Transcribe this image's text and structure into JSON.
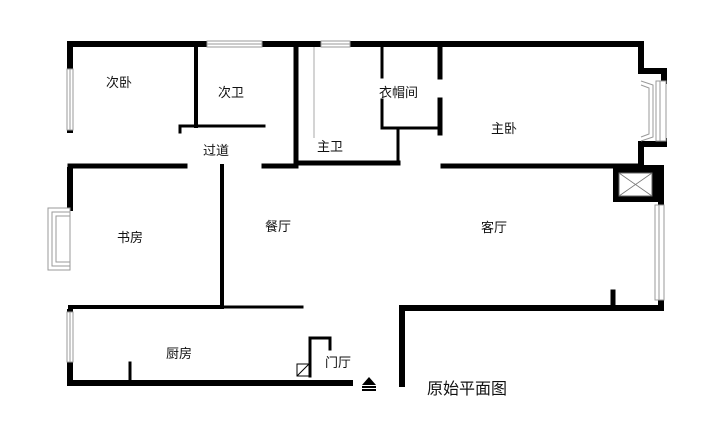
{
  "plan": {
    "title": "原始平面图",
    "rooms": {
      "second_bedroom": "次卧",
      "second_bathroom": "次卫",
      "corridor": "过道",
      "master_bathroom": "主卫",
      "walk_in_closet": "衣帽间",
      "master_bedroom": "主卧",
      "study": "书房",
      "dining_room": "餐厅",
      "living_room": "客厅",
      "kitchen": "厨房",
      "entrance_hall": "门厅"
    },
    "entrance_icon": "entrance-arrow-icon",
    "colors": {
      "wall": "#000000",
      "window": "#9a9a9a",
      "background": "#ffffff"
    }
  }
}
